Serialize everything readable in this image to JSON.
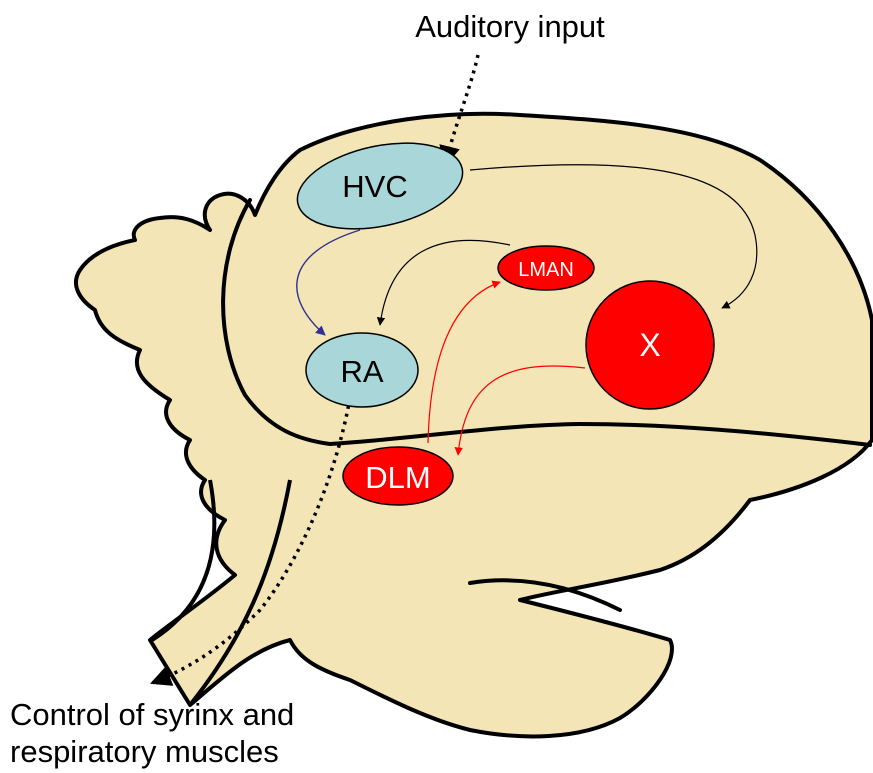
{
  "labels": {
    "auditory_input": "Auditory input",
    "output_line1": "Control of syrinx and",
    "output_line2": "respiratory muscles"
  },
  "nuclei": {
    "hvc": "HVC",
    "ra": "RA",
    "lman": "LMAN",
    "x": "X",
    "dlm": "DLM"
  },
  "colors": {
    "brain_fill": "#f3e5b5",
    "nucleus_blue": "#a9d6d8",
    "nucleus_red": "#ff0000",
    "arrow_blue": "#2e3192",
    "arrow_black": "#000000",
    "arrow_red": "#ff0000"
  }
}
